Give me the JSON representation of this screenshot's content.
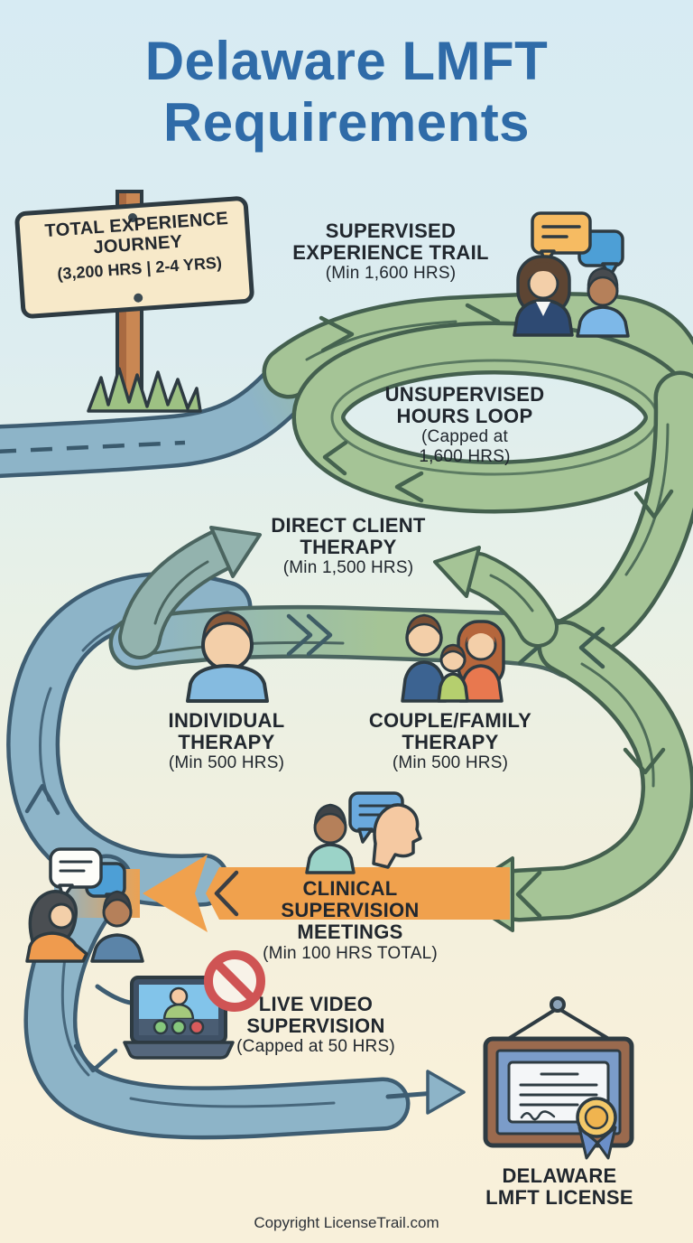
{
  "title": {
    "line1": "Delaware LMFT",
    "line2": "Requirements"
  },
  "sign": {
    "line1": "TOTAL EXPERIENCE",
    "line2": "JOURNEY",
    "line3": "(3,200 HRS | 2-4 YRS)"
  },
  "nodes": {
    "supervised": {
      "line1": "SUPERVISED",
      "line2": "EXPERIENCE TRAIL",
      "sub": "(Min 1,600 HRS)"
    },
    "unsupervised": {
      "line1": "UNSUPERVISED",
      "line2": "HOURS LOOP",
      "sub1": "(Capped at",
      "sub2": "1,600 HRS)"
    },
    "direct": {
      "line1": "DIRECT CLIENT",
      "line2": "THERAPY",
      "sub": "(Min 1,500 HRS)"
    },
    "individual": {
      "line1": "INDIVIDUAL",
      "line2": "THERAPY",
      "sub": "(Min 500 HRS)"
    },
    "couple": {
      "line1": "COUPLE/FAMILY",
      "line2": "THERAPY",
      "sub": "(Min 500 HRS)"
    },
    "clinical": {
      "line1": "CLINICAL",
      "line2": "SUPERVISION",
      "line3": "MEETINGS",
      "sub": "(Min 100 HRS TOTAL)"
    },
    "video": {
      "line1": "LIVE VIDEO",
      "line2": "SUPERVISION",
      "sub": "(Capped at 50 HRS)"
    },
    "license": {
      "line1": "DELAWARE",
      "line2": "LMFT LICENSE"
    }
  },
  "footer": {
    "copyright": "Copyright LicenseTrail.com"
  },
  "colors": {
    "title_blue": "#2f6ba8",
    "path_green": "#a5c496",
    "path_green_edge": "#44604f",
    "path_blue": "#8db4c8",
    "path_blue_edge": "#3e5d72",
    "orange_band": "#f0a14d",
    "background_top": "#d7ebf3",
    "background_bottom": "#f8f0da",
    "text_dark": "#21272e"
  }
}
